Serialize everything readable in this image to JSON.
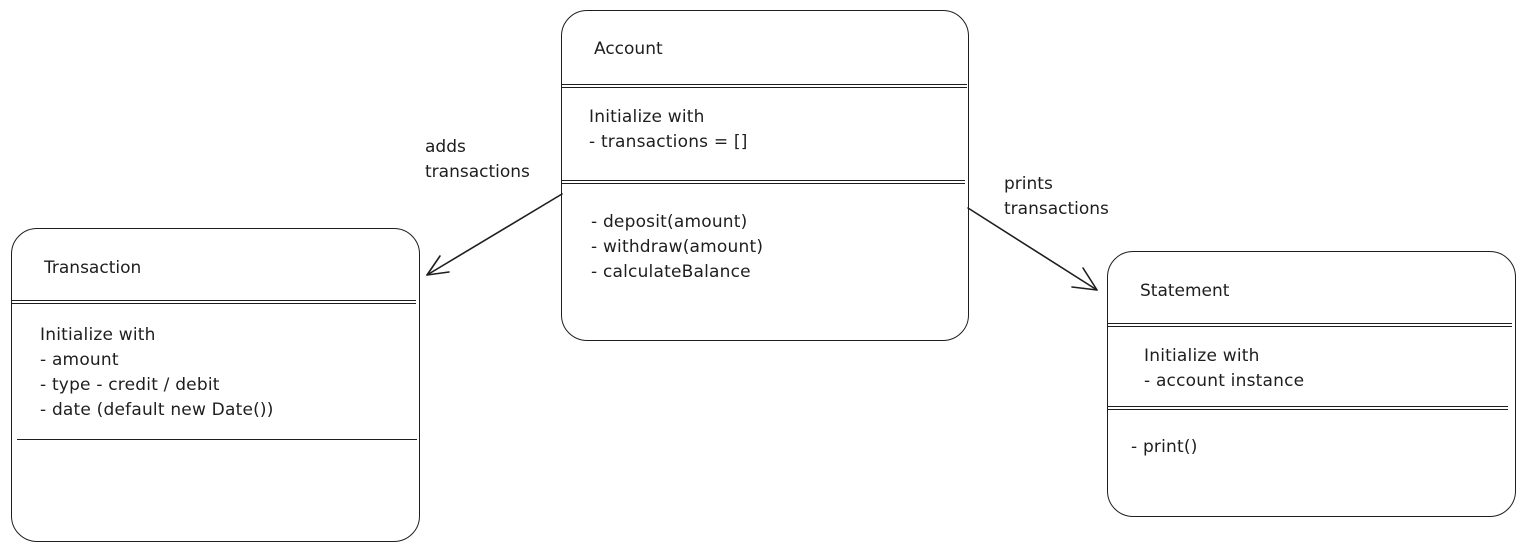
{
  "diagram": {
    "account": {
      "title": "Account",
      "attributes": [
        "Initialize with",
        "- transactions = []"
      ],
      "methods": [
        "- deposit(amount)",
        "- withdraw(amount)",
        "- calculateBalance"
      ]
    },
    "transaction": {
      "title": "Transaction",
      "attributes": [
        "Initialize with",
        "- amount",
        "- type - credit / debit",
        "- date (default new Date())"
      ],
      "methods": []
    },
    "statement": {
      "title": "Statement",
      "attributes": [
        "Initialize with",
        "- account instance"
      ],
      "methods": [
        "- print()"
      ]
    },
    "edges": [
      {
        "from": "account",
        "to": "transaction",
        "label_lines": [
          "adds",
          "transactions"
        ]
      },
      {
        "from": "account",
        "to": "statement",
        "label_lines": [
          "prints",
          "transactions"
        ]
      }
    ]
  },
  "colors": {
    "stroke": "#1e1e1e",
    "background": "#ffffff"
  }
}
